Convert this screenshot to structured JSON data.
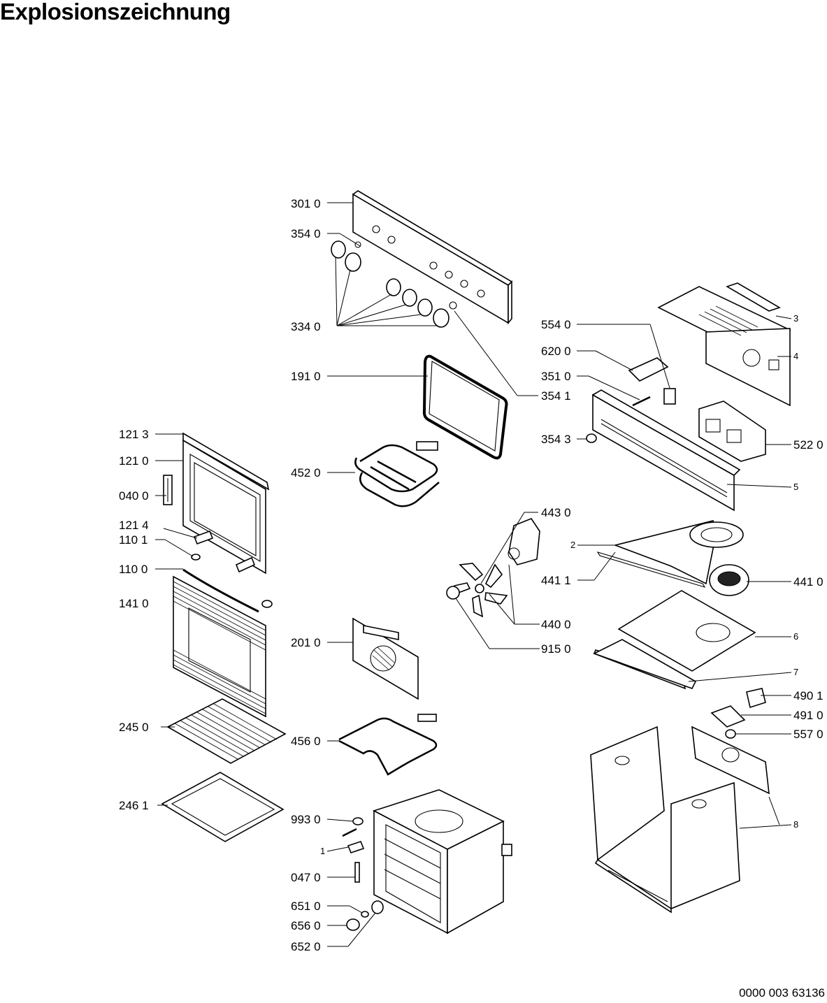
{
  "title": "Explosionszeichnung",
  "document_number": "0000 003 63136",
  "callouts": {
    "c3010": "301 0",
    "c3540": "354 0",
    "c3340": "334 0",
    "c1910": "191 0",
    "c3541": "354 1",
    "c5540": "554 0",
    "c6200": "620 0",
    "c3510": "351 0",
    "c3543": "354 3",
    "c3": "3",
    "c4": "4",
    "c5220": "522 0",
    "c5": "5",
    "c1213": "121 3",
    "c1210": "121 0",
    "c0400": "040 0",
    "c1214": "121 4",
    "c1101": "110 1",
    "c1100": "110 0",
    "c1410": "141 0",
    "c4520": "452 0",
    "c4430": "443 0",
    "c2": "2",
    "c4411": "441 1",
    "c4410": "441 0",
    "c4400": "440 0",
    "c9150": "915 0",
    "c2010": "201 0",
    "c6": "6",
    "c7": "7",
    "c2450": "245 0",
    "c4560": "456 0",
    "c4901": "490 1",
    "c4910": "491 0",
    "c5570": "557 0",
    "c2461": "246 1",
    "c9930": "993 0",
    "c1": "1",
    "c0470": "047 0",
    "c6510": "651 0",
    "c6560": "656 0",
    "c6520": "652 0",
    "c8": "8"
  }
}
